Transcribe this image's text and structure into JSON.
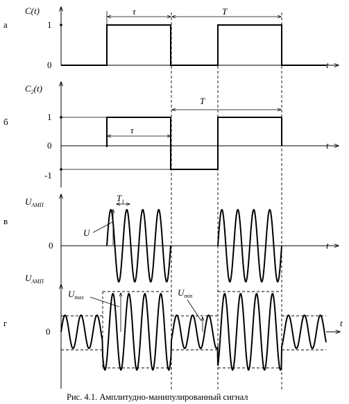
{
  "panels": {
    "a": {
      "letter": "а",
      "ylabel_main": "C(t)",
      "tick_one": "1",
      "tick_zero": "0",
      "tau": "τ",
      "period": "T",
      "t": "t"
    },
    "b": {
      "letter": "б",
      "ylabel_main": "C",
      "ylabel_sub": "2",
      "ylabel_tail": "(t)",
      "tick_one": "1",
      "tick_zero": "0",
      "tick_minus_one": "-1",
      "tau": "τ",
      "period": "T",
      "t": "t"
    },
    "c": {
      "letter": "в",
      "ylabel_main": "U",
      "ylabel_sub": "АМП",
      "tick_zero": "0",
      "t1_main": "T",
      "t1_sub": "1",
      "amp": "U",
      "t": "t"
    },
    "d": {
      "letter": "г",
      "ylabel_main": "U",
      "ylabel_sub": "АМП",
      "tick_zero": "0",
      "umax_main": "U",
      "umax_sub": "max",
      "umin_main": "U",
      "umin_sub": "min",
      "t": "t"
    }
  },
  "caption": "Рис. 4.1. Амплитудно-манипулированный сигнал"
}
